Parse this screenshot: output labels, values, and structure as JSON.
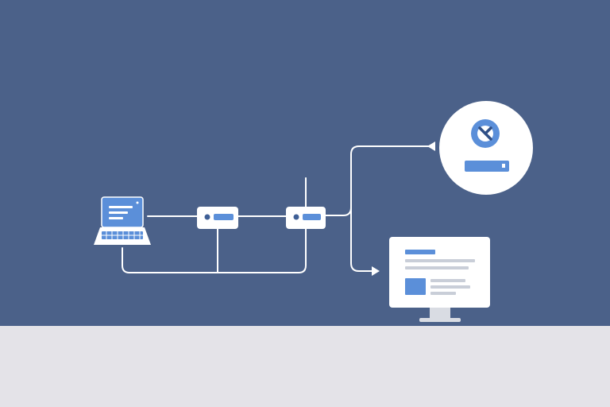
{
  "diagram": {
    "nodes": [
      {
        "id": "laptop",
        "kind": "laptop",
        "icon": "laptop-icon"
      },
      {
        "id": "switch-1",
        "kind": "network-switch",
        "icon": "switch-icon"
      },
      {
        "id": "switch-2",
        "kind": "network-switch",
        "icon": "switch-icon"
      },
      {
        "id": "blocked-server",
        "kind": "server-blocked",
        "icon": "blocked-server-icon"
      },
      {
        "id": "monitor",
        "kind": "desktop-monitor",
        "icon": "monitor-icon"
      }
    ],
    "edges": [
      {
        "from": "laptop",
        "to": "switch-1"
      },
      {
        "from": "switch-1",
        "to": "switch-2"
      },
      {
        "from": "laptop",
        "to": "switch-2",
        "route": "loop-below"
      },
      {
        "from": "switch-2",
        "to": "blocked-server",
        "arrow": true
      },
      {
        "from": "switch-2",
        "to": "monitor",
        "arrow": true
      }
    ],
    "colors": {
      "background": "#4b6189",
      "floor": "#e4e3e8",
      "line": "#ffffff",
      "accent": "#5b8fd9",
      "text_line": "#c9ced8"
    }
  }
}
